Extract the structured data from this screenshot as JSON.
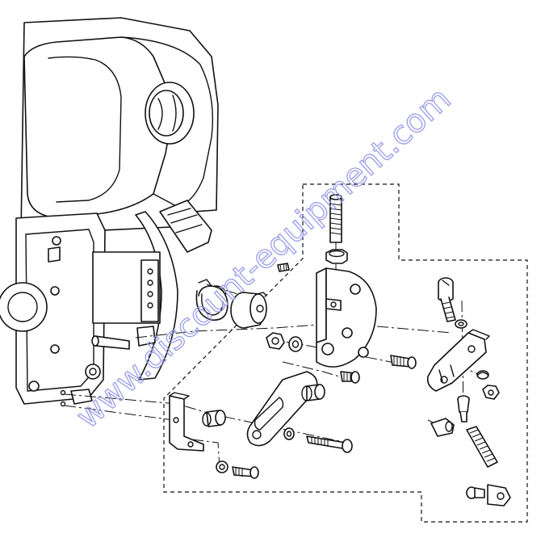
{
  "watermark": {
    "text": "www.discount-equipment.com",
    "color": "#9a9ee8"
  },
  "colors": {
    "line": "#111111",
    "background": "#ffffff"
  },
  "components": [
    "engine-housing",
    "mounting-plate",
    "stud-bolt",
    "hex-nut",
    "torsion-spring",
    "spring-drum",
    "set-screw",
    "governor-bracket",
    "control-lever",
    "l-bracket",
    "spacer-bushing",
    "long-screw",
    "flat-washer",
    "cap-screw",
    "spring-washer",
    "link-arm",
    "tension-spring",
    "shoulder-bolt",
    "clevis-pin"
  ]
}
